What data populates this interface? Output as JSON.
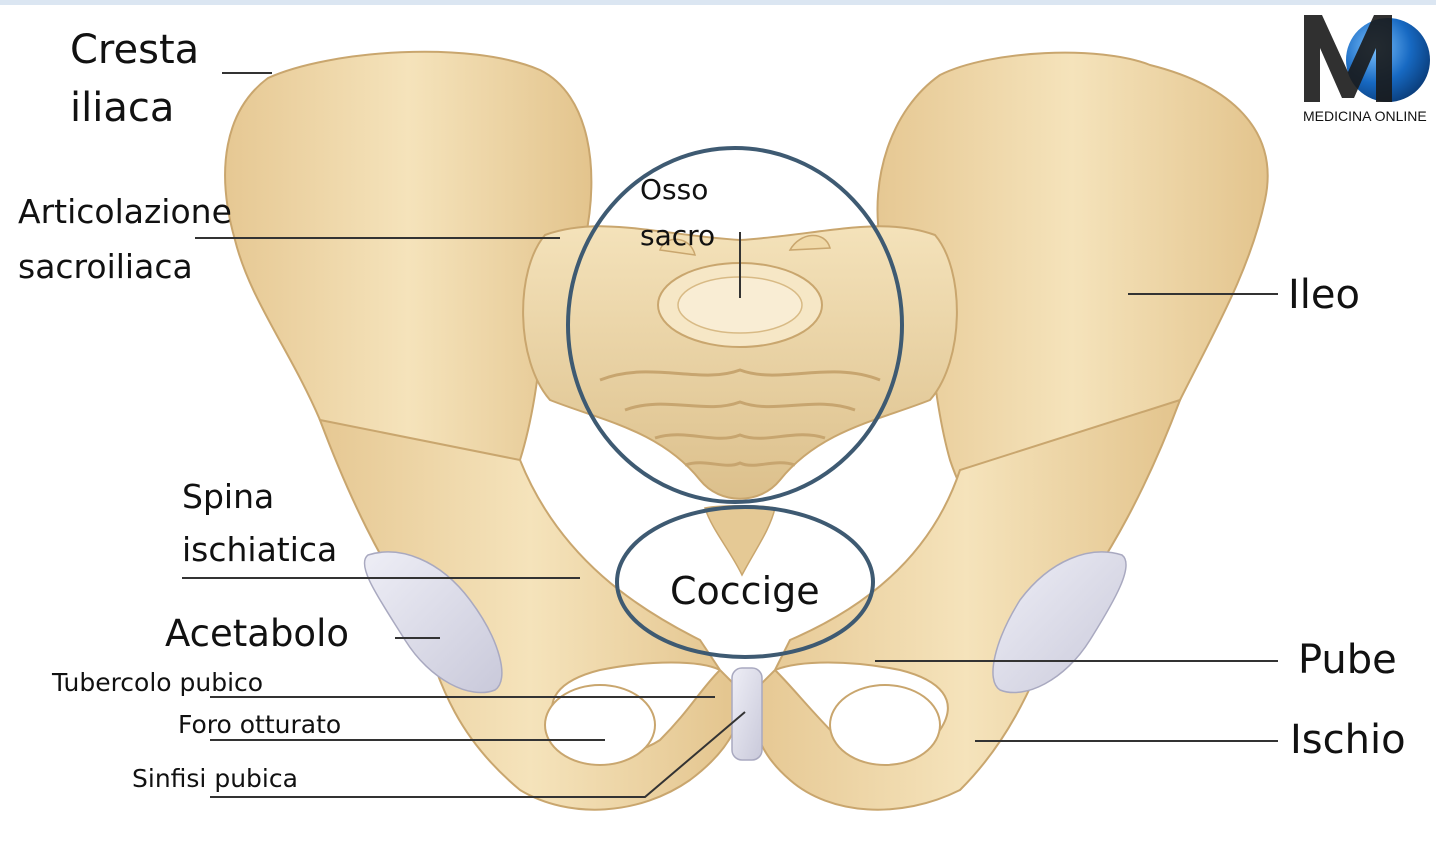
{
  "labels": {
    "cresta_line1": "Cresta",
    "cresta_line2": "iliaca",
    "articolazione_line1": "Articolazione",
    "articolazione_line2": "sacroiliaca",
    "osso_line1": "Osso",
    "osso_line2": "sacro",
    "ileo": "Ileo",
    "spina_line1": "Spina",
    "spina_line2": "ischiatica",
    "coccige": "Coccige",
    "acetabolo": "Acetabolo",
    "tubercolo": "Tubercolo pubico",
    "foro": "Foro otturato",
    "sinfisi": "Sinfisi pubica",
    "pube": "Pube",
    "ischio": "Ischio"
  },
  "logo": {
    "text": "MEDICINA ONLINE",
    "letter": "M"
  },
  "colors": {
    "bone": "#f1dcae",
    "bone_shadow": "#dcbf86",
    "bone_light": "#f8ead0",
    "cartilage": "#d6d6e4",
    "circle": "#3e5a72",
    "leader": "#333333",
    "logo_blue": "#1769c2"
  }
}
